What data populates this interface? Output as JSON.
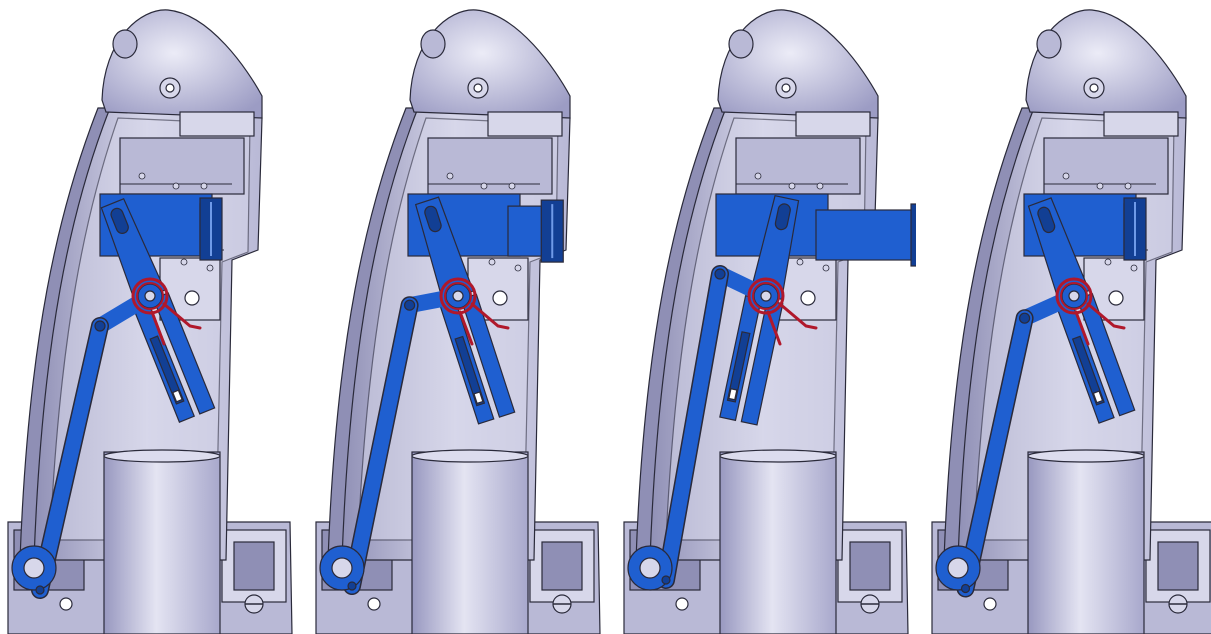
{
  "figure": {
    "panel_count": 4,
    "panels": [
      {
        "id": "panel-1",
        "flap_extension": 0.0,
        "rod_swing": 0.0,
        "lever_tilt": -22
      },
      {
        "id": "panel-2",
        "flap_extension": 0.35,
        "rod_swing": 0.4,
        "lever_tilt": -18
      },
      {
        "id": "panel-3",
        "flap_extension": 1.0,
        "rod_swing": 1.0,
        "lever_tilt": 12
      },
      {
        "id": "panel-4",
        "flap_extension": 0.0,
        "rod_swing": 0.15,
        "lever_tilt": -20
      }
    ],
    "colors": {
      "housing": "#b9b9d6",
      "housing_dark": "#8f8fb5",
      "housing_light": "#d7d7ea",
      "outline": "#2a2a3a",
      "mechanism": "#1f5fd0",
      "mechanism_dark": "#123f94",
      "spring": "#b0182b",
      "background": "#ffffff"
    }
  }
}
